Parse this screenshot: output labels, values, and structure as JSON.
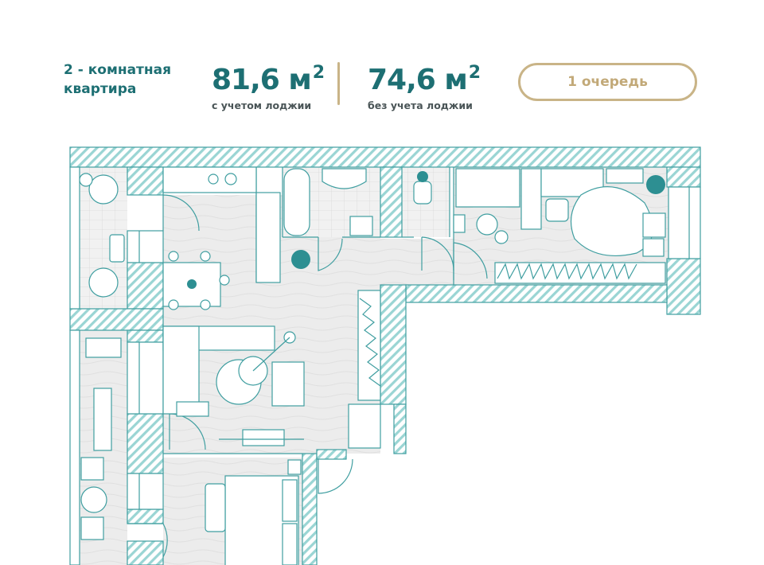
{
  "header": {
    "apartment_type_line1": "2 - комнатная",
    "apartment_type_line2": "квартира",
    "area_total": "81,6 м",
    "area_total_sup": "2",
    "area_total_caption": "с  учетом лоджии",
    "area_living": "74,6 м",
    "area_living_sup": "2",
    "area_living_caption": "без учета лоджии",
    "queue_button": "1 очередь"
  },
  "colors": {
    "brand_teal": "#1d6f73",
    "accent_gold": "#c9b487",
    "plan_line": "#3f9ea0",
    "plan_hatch": "#8fd0cf",
    "floor": "#ededed"
  }
}
